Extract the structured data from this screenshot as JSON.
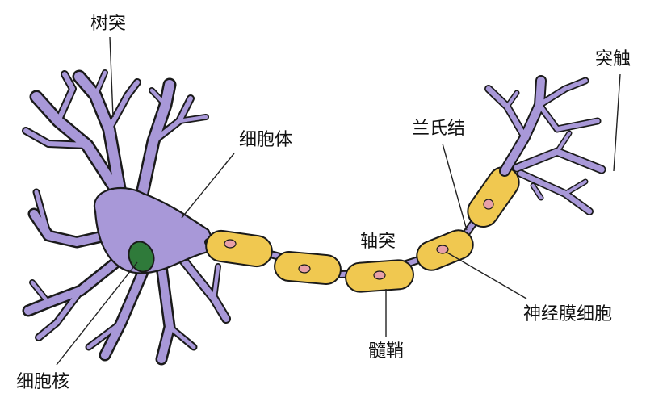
{
  "labels": {
    "dendrite": "树突",
    "soma": "细胞体",
    "nucleus": "细胞核",
    "axon": "轴突",
    "myelin": "髓鞘",
    "node": "兰氏结",
    "schwann": "神经膜细胞",
    "terminal": "突触"
  },
  "colors": {
    "neuron": "#a898d8",
    "myelin": "#f0c850",
    "nucleus": "#2f7a3a",
    "schwann_nucleus": "#e8a0a8",
    "outline": "#1a1a1a"
  }
}
